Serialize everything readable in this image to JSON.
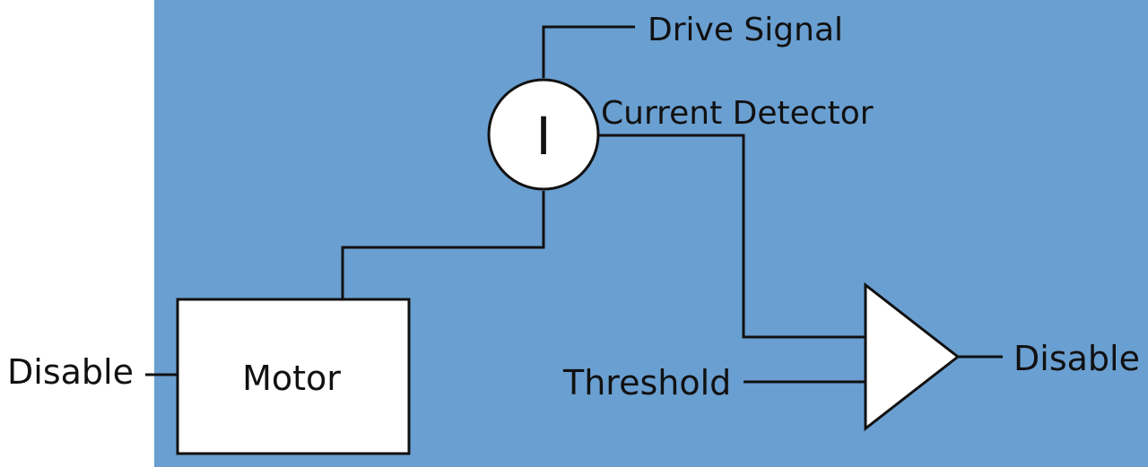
{
  "colors": {
    "diagram_background": "#6a9fd1",
    "page_background": "#ffffff",
    "line": "#111111",
    "block_fill": "#ffffff"
  },
  "labels": {
    "drive_signal": "Drive Signal",
    "current_detector": "Current Detector",
    "detector_symbol": "I",
    "motor": "Motor",
    "threshold": "Threshold",
    "disable_input": "Disable",
    "disable_output": "Disable"
  },
  "icons": {
    "current_detector": "current-sensor-icon",
    "comparator": "comparator-triangle-icon"
  }
}
